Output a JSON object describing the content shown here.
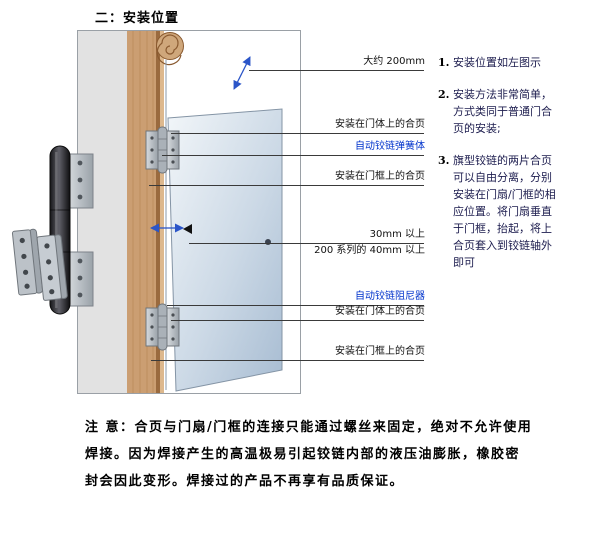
{
  "page": {
    "title": "二：安装位置"
  },
  "diagram": {
    "labels": [
      {
        "text": "大约 200mm"
      },
      {
        "text": "安装在门体上的合页"
      },
      {
        "text": "自动铰链弹簧体"
      },
      {
        "text": "安装在门框上的合页"
      },
      {
        "text": "30mm 以上"
      },
      {
        "text": "200 系列的 40mm 以上"
      },
      {
        "text": "自动铰链阻尼器"
      },
      {
        "text": "安装在门体上的合页"
      },
      {
        "text": "安装在门框上的合页"
      }
    ]
  },
  "instructions": [
    {
      "num": "1.",
      "text": "安装位置如左图示"
    },
    {
      "num": "2.",
      "text": "安装方法非常简单，方式类同于普通门合页的安装;"
    },
    {
      "num": "3.",
      "text": "旗型铰链的两片合页可以自由分离，分别安装在门扇/门框的相应位置。将门扇垂直于门框，抬起，将上合页套入到铰链轴外即可"
    }
  ],
  "note": {
    "label": "注 意：",
    "text": "合页与门扇/门框的连接只能通过螺丝来固定，绝对不允许使用焊接。因为焊接产生的高温极易引起铰链内部的液压油膨胀，橡胶密封会因此变形。焊接过的产品不再享有品质保证。"
  },
  "colors": {
    "accent_blue": "#0033cc",
    "dimension_blue": "#2b55c8",
    "wood": "#cb9e72",
    "door_light": "#f2f6f9",
    "door_dark": "#a7bcd2"
  }
}
